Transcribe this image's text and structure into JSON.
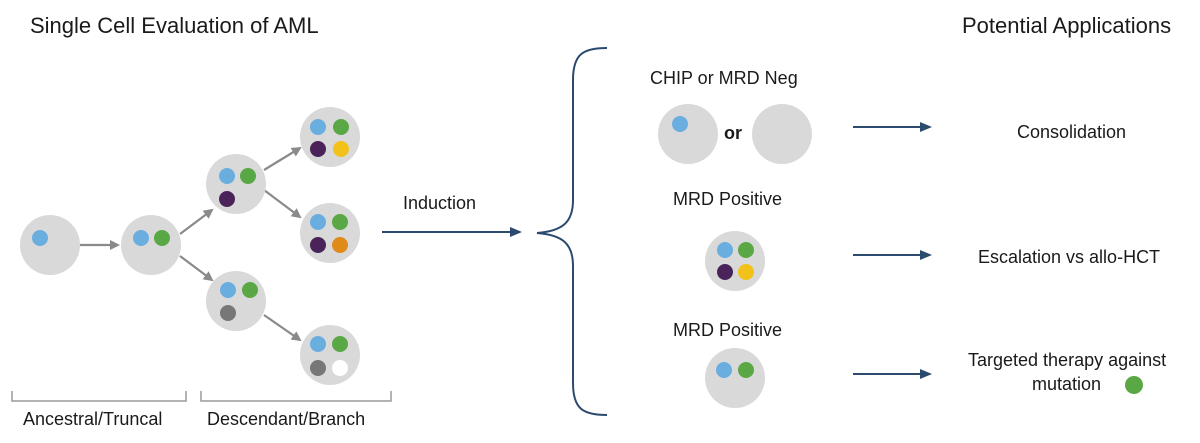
{
  "title_left": "Single Cell Evaluation of AML",
  "title_right": "Potential Applications",
  "induction_label": "Induction",
  "outcomes": {
    "chip": "CHIP or MRD Neg",
    "or": "or",
    "mrd_positive_1": "MRD Positive",
    "mrd_positive_2": "MRD Positive"
  },
  "applications": {
    "consolidation": "Consolidation",
    "escalation": "Escalation vs allo-HCT",
    "targeted_line1": "Targeted therapy against",
    "targeted_line2": "mutation"
  },
  "brackets": {
    "ancestral": "Ancestral/Truncal",
    "descendant": "Descendant/Branch"
  },
  "colors": {
    "cell_fill": "#d9d9d9",
    "blue": "#6aaee0",
    "green": "#5aa845",
    "purple": "#4a2459",
    "yellow": "#f2c21b",
    "orange": "#e08a1a",
    "gray_dot": "#777777",
    "white_dot": "#ffffff",
    "arrow_gray": "#8a8a8a",
    "arrow_navy": "#2c4a6e",
    "bracket": "#2c4a6e"
  }
}
